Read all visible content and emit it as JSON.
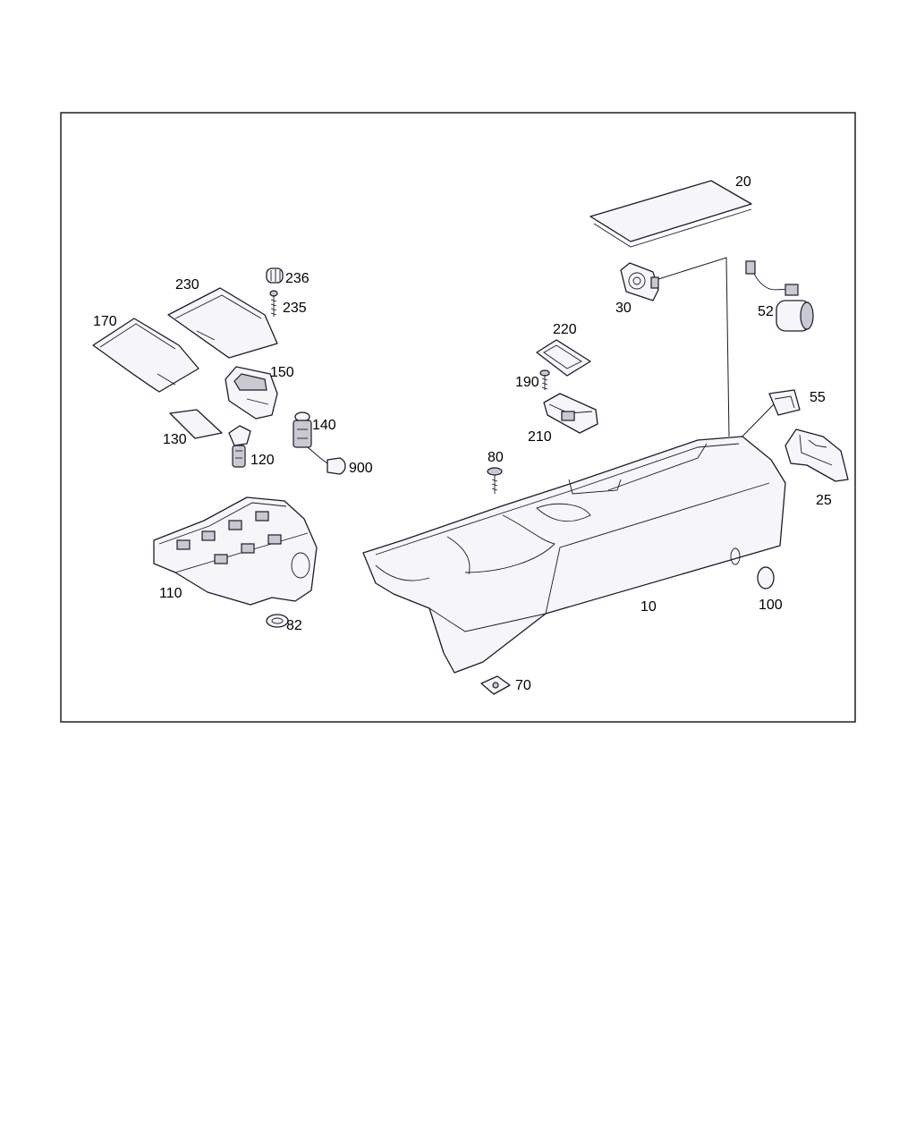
{
  "diagram": {
    "labels": {
      "p10": "10",
      "p20": "20",
      "p25": "25",
      "p30": "30",
      "p52": "52",
      "p55": "55",
      "p70": "70",
      "p80": "80",
      "p82": "82",
      "p100": "100",
      "p110": "110",
      "p120": "120",
      "p130": "130",
      "p140": "140",
      "p150": "150",
      "p170": "170",
      "p190": "190",
      "p210": "210",
      "p220": "220",
      "p230": "230",
      "p235": "235",
      "p236": "236",
      "p900": "900"
    }
  }
}
